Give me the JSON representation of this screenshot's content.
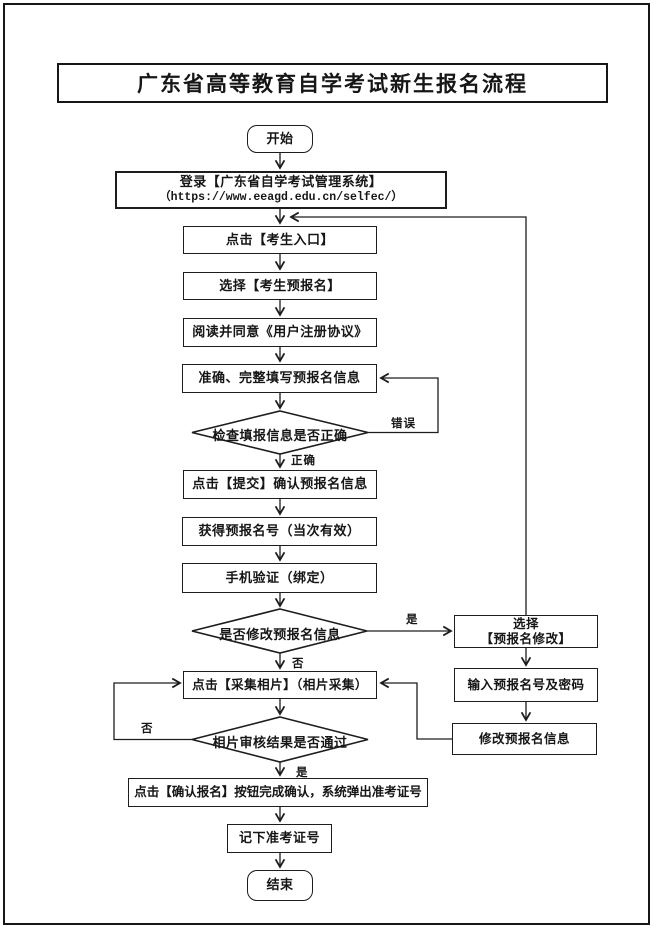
{
  "page_title": "广东省高等教育自学考试新生报名流程",
  "flow": {
    "start": "开始",
    "login_line1": "登录【广东省自学考试管理系统】",
    "login_line2": "（https://www.eeagd.edu.cn/selfec/）",
    "candidate_entry": "点击【考生入口】",
    "pre_register": "选择【考生预报名】",
    "agreement": "阅读并同意《用户注册协议》",
    "fill_info": "准确、完整填写预报名信息",
    "check_info": "检查填报信息是否正确",
    "submit_confirm": "点击【提交】确认预报名信息",
    "get_number": "获得预报名号（当次有效）",
    "phone_verify": "手机验证（绑定）",
    "modify_question": "是否修改预报名信息",
    "modify_select_line1": "选择",
    "modify_select_line2": "【预报名修改】",
    "collect_photo": "点击【采集相片】（相片采集）",
    "photo_review": "相片审核结果是否通过",
    "confirm_register": "点击【确认报名】按钮完成确认，系统弹出准考证号",
    "note_number": "记下准考证号",
    "end": "结束",
    "enter_password": "输入预报名号及密码",
    "modify_info": "修改预报名信息"
  },
  "edge_labels": {
    "error": "错误",
    "correct": "正确",
    "yes_modify": "是",
    "no_modify": "否",
    "no_pass": "否",
    "pass": "是"
  }
}
